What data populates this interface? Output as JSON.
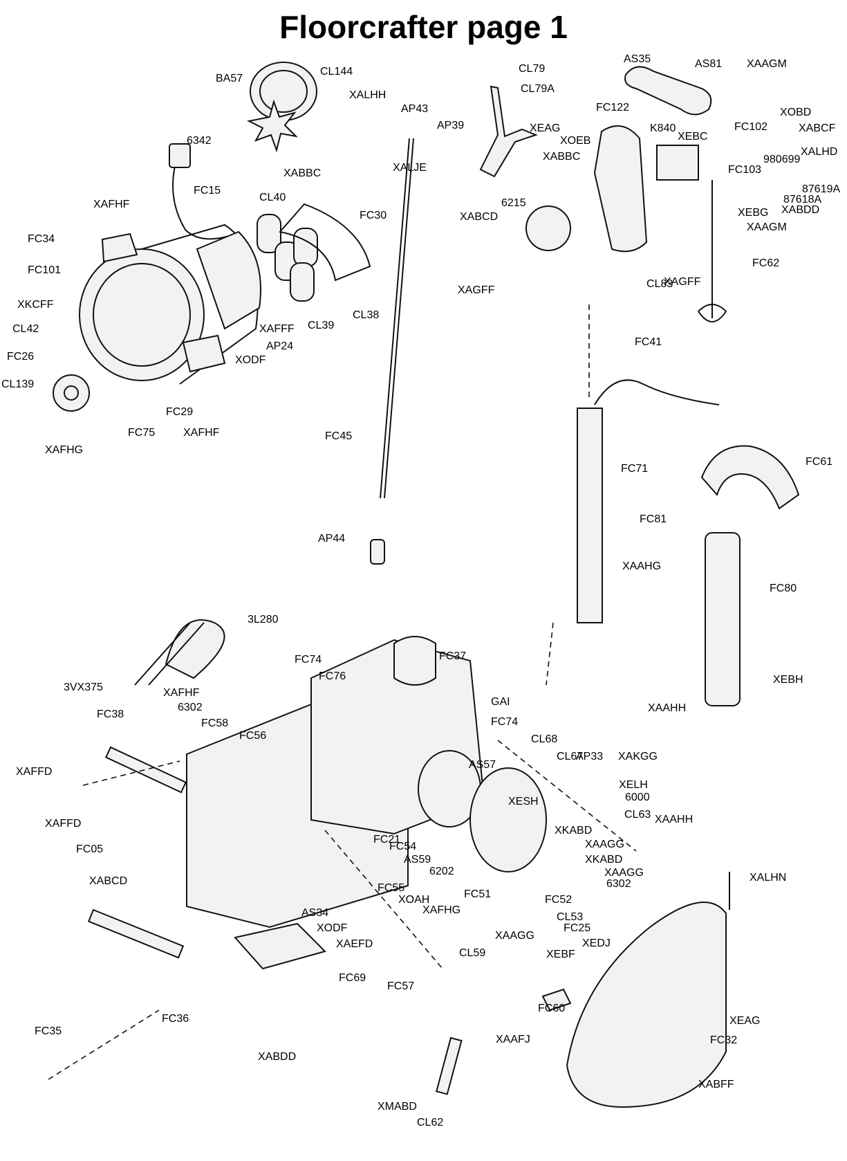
{
  "title": "Floorcrafter page 1",
  "labels": [
    "CL144",
    "BA57",
    "6342",
    "FC15",
    "XAFHF",
    "FC34",
    "FC101",
    "XKCFF",
    "CL42",
    "FC26",
    "CL139",
    "XAFHG",
    "FC75",
    "FC29",
    "XAFHF",
    "XODF",
    "AP24",
    "XAFFF",
    "CL39",
    "CL38",
    "CL40",
    "XABBC",
    "FC30",
    "XALHH",
    "AP43",
    "AP39",
    "XALJE",
    "CL79",
    "CL79A",
    "XEAG",
    "FC45",
    "AP44",
    "AS35",
    "AS81",
    "XAAGM",
    "FC122",
    "K840",
    "XEBC",
    "FC102",
    "XOBD",
    "XABCF",
    "XOEB",
    "XABBC",
    "980699",
    "XALHD",
    "FC103",
    "87619A",
    "87618A",
    "XABDD",
    "XEBG",
    "XAAGM",
    "6215",
    "XABCD",
    "FC62",
    "XAGFF",
    "CL83",
    "XAGFF",
    "FC41",
    "FC71",
    "XAAHG",
    "FC61",
    "FC81",
    "FC80",
    "XEBH",
    "XAAHH",
    "3L280",
    "FC74",
    "FC76",
    "FC37",
    "3VX375",
    "XAFHF",
    "6302",
    "FC58",
    "FC56",
    "FC38",
    "XAFFD",
    "XAFFD",
    "FC05",
    "XABCD",
    "FC35",
    "FC36",
    "FC69",
    "XABDD",
    "GAI",
    "FC74",
    "AS57",
    "CL68",
    "CL67",
    "AP33",
    "XAKGG",
    "XELH",
    "6000",
    "CL63",
    "XAAHH",
    "XESH",
    "XKABD",
    "XAAGG",
    "XKABD",
    "XAAGG",
    "6302",
    "FC21",
    "FC54",
    "AS59",
    "6202",
    "FC55",
    "XOAH",
    "XAFHG",
    "FC51",
    "FC52",
    "CL53",
    "FC25",
    "XEDJ",
    "AS34",
    "XODF",
    "XAEFD",
    "FC57",
    "XAAGG",
    "CL59",
    "XEBF",
    "FC60",
    "XAAFJ",
    "XALHN",
    "XEAG",
    "FC32",
    "XABFF",
    "XMABD",
    "CL62"
  ]
}
